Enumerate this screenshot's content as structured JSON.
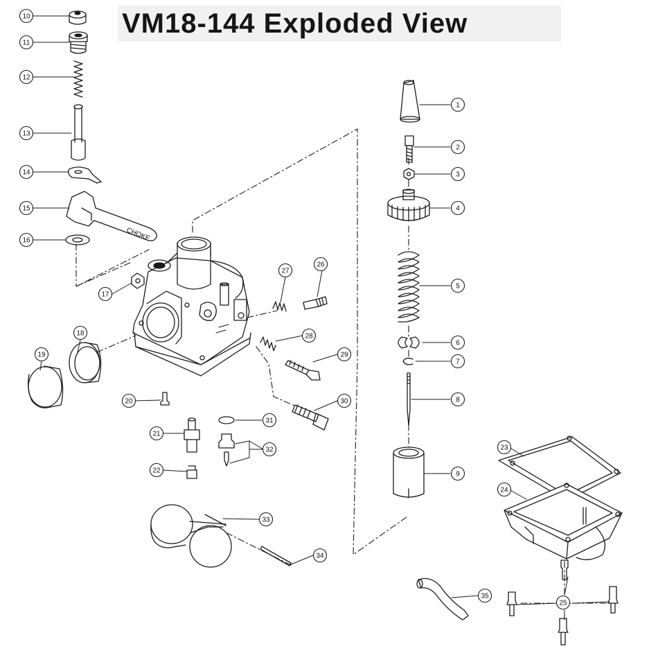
{
  "title": "VM18-144 Exploded View",
  "callouts": [
    {
      "label": "1"
    },
    {
      "label": "2"
    },
    {
      "label": "3"
    },
    {
      "label": "4"
    },
    {
      "label": "5"
    },
    {
      "label": "6"
    },
    {
      "label": "7"
    },
    {
      "label": "8"
    },
    {
      "label": "9"
    },
    {
      "label": "10"
    },
    {
      "label": "11"
    },
    {
      "label": "12"
    },
    {
      "label": "13"
    },
    {
      "label": "14"
    },
    {
      "label": "15"
    },
    {
      "label": "16"
    },
    {
      "label": "17"
    },
    {
      "label": "18"
    },
    {
      "label": "19"
    },
    {
      "label": "20"
    },
    {
      "label": "21"
    },
    {
      "label": "22"
    },
    {
      "label": "23"
    },
    {
      "label": "24"
    },
    {
      "label": "25"
    },
    {
      "label": "26"
    },
    {
      "label": "27"
    },
    {
      "label": "28"
    },
    {
      "label": "29"
    },
    {
      "label": "30"
    },
    {
      "label": "31"
    },
    {
      "label": "32"
    },
    {
      "label": "33"
    },
    {
      "label": "34"
    },
    {
      "label": "35"
    }
  ],
  "choke_lever_text": "CHOKE",
  "colors": {
    "ink": "#1a1a1a",
    "paper": "#ffffff",
    "title_bg": "#f1f1f1"
  }
}
